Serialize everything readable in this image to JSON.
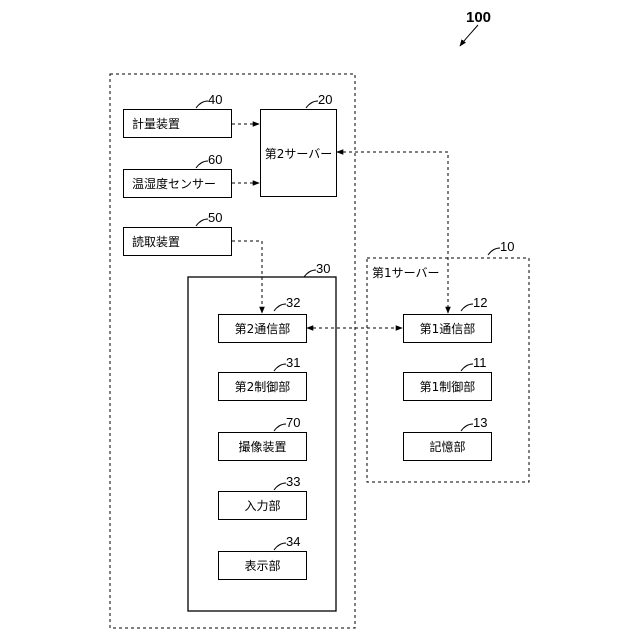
{
  "figure": {
    "number": "100"
  },
  "groups": {
    "outer_system": {
      "ref": ""
    },
    "terminal": {
      "ref": "30"
    },
    "first_server": {
      "label": "第1サーバー",
      "ref": "10"
    }
  },
  "boxes": {
    "weighing_device": {
      "label": "計量装置",
      "ref": "40"
    },
    "temp_humidity_sensor": {
      "label": "温湿度センサー",
      "ref": "60"
    },
    "reading_device": {
      "label": "読取装置",
      "ref": "50"
    },
    "second_server": {
      "label": "第2サーバー",
      "ref": "20"
    },
    "second_comm": {
      "label": "第2通信部",
      "ref": "32"
    },
    "second_control": {
      "label": "第2制御部",
      "ref": "31"
    },
    "imaging_device": {
      "label": "撮像装置",
      "ref": "70"
    },
    "input_unit": {
      "label": "入力部",
      "ref": "33"
    },
    "display_unit": {
      "label": "表示部",
      "ref": "34"
    },
    "first_comm": {
      "label": "第1通信部",
      "ref": "12"
    },
    "first_control": {
      "label": "第1制御部",
      "ref": "11"
    },
    "storage_unit": {
      "label": "記憶部",
      "ref": "13"
    }
  },
  "connections": [
    {
      "from": "weighing_device",
      "to": "second_server",
      "style": "dashed",
      "arrow": "single"
    },
    {
      "from": "temp_humidity_sensor",
      "to": "second_server",
      "style": "dashed",
      "arrow": "single"
    },
    {
      "from": "reading_device",
      "to": "second_comm",
      "style": "dashed",
      "arrow": "single"
    },
    {
      "from": "second_server",
      "to": "first_comm",
      "style": "dashed",
      "arrow": "double"
    },
    {
      "from": "second_comm",
      "to": "first_comm",
      "style": "dashed",
      "arrow": "double"
    }
  ]
}
